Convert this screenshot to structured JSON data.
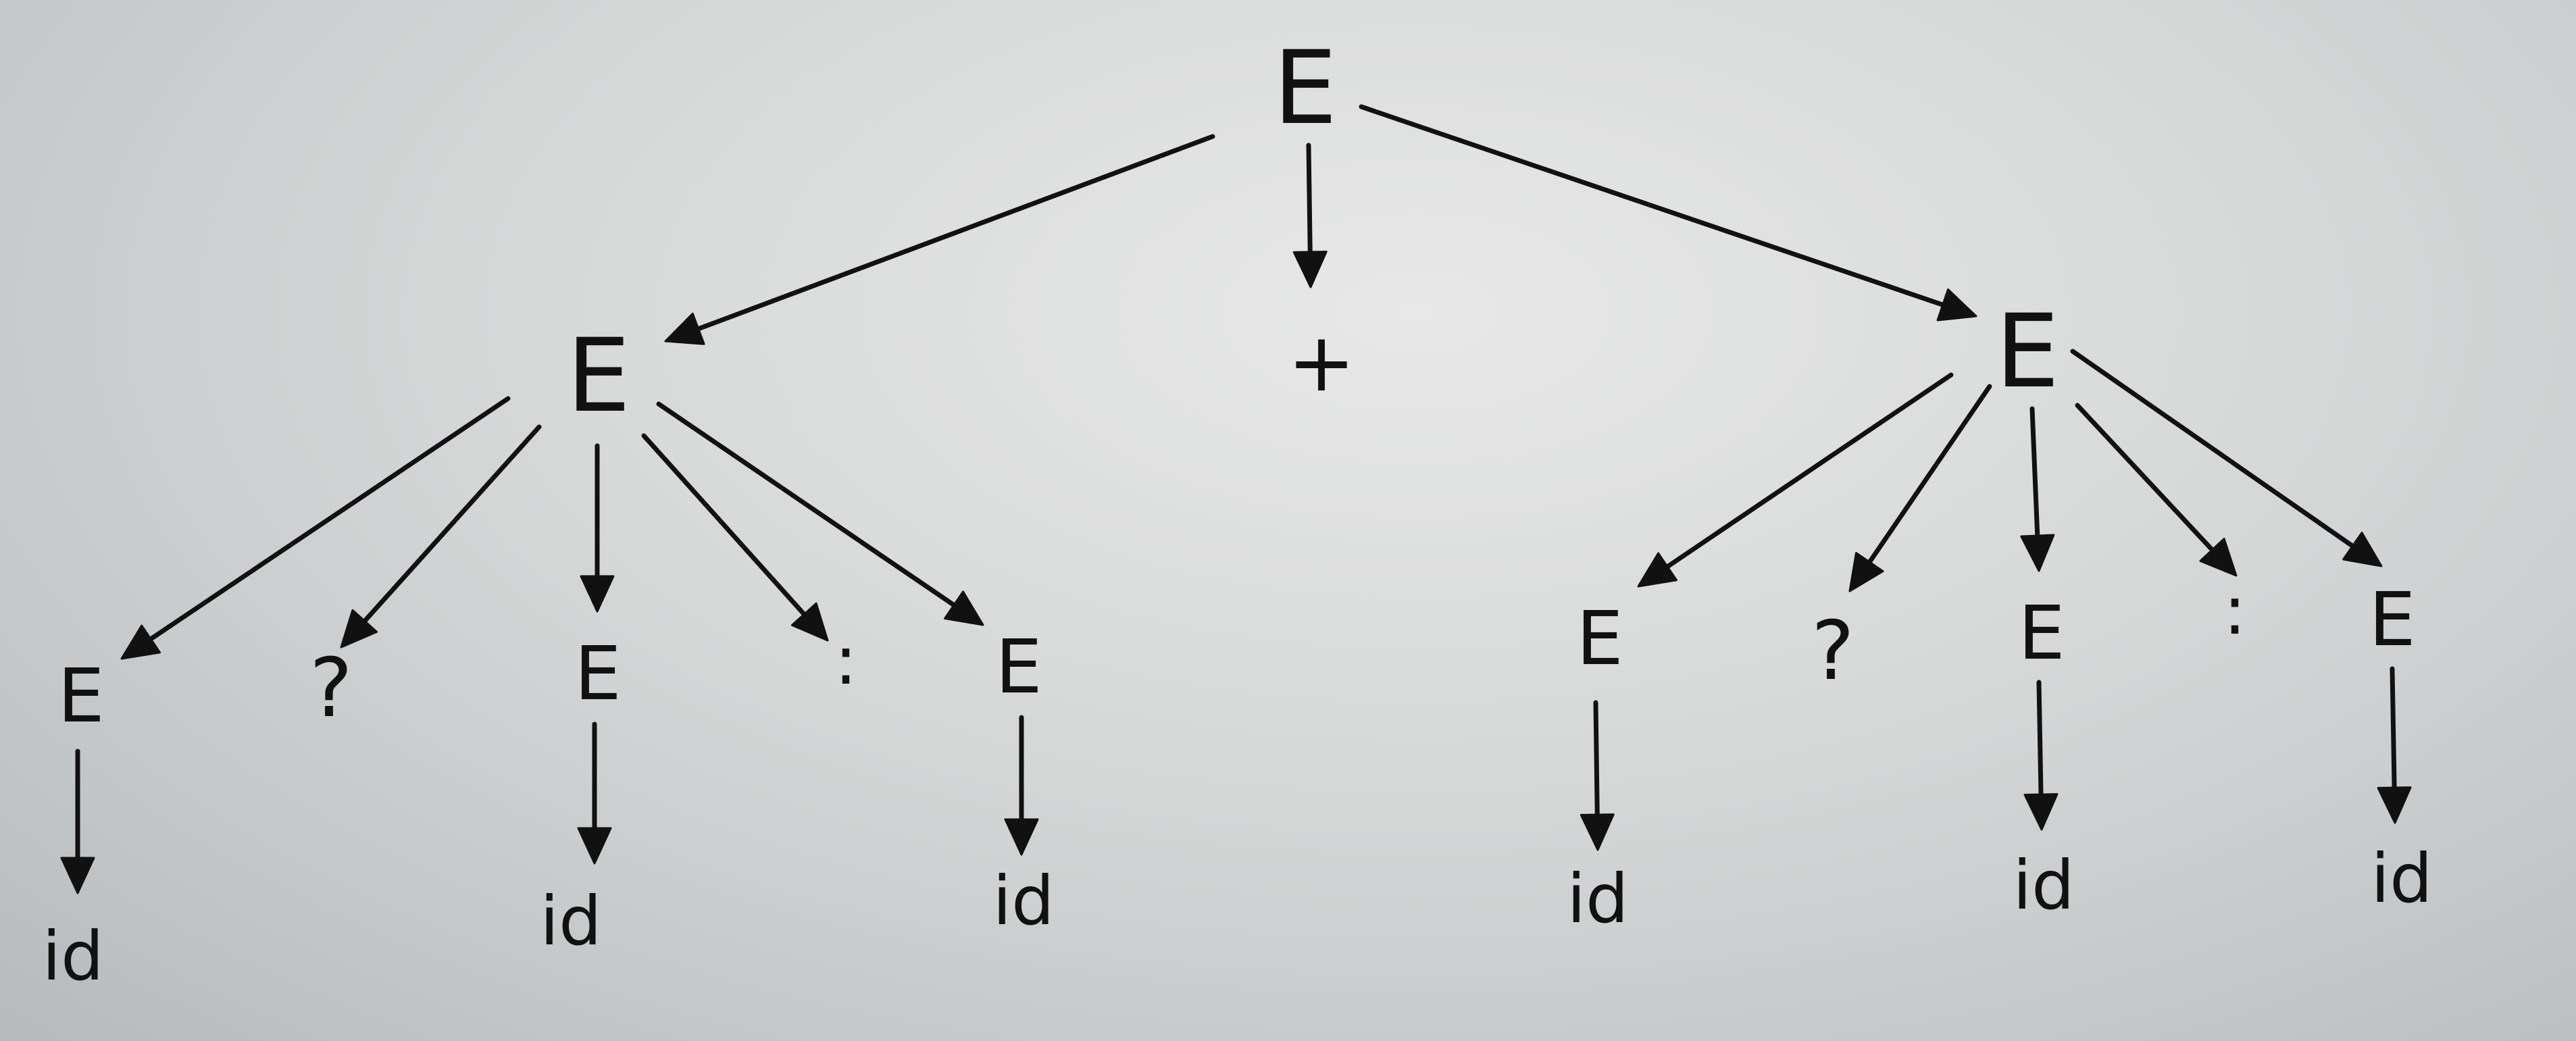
{
  "diagram": {
    "background": "#d6d8d8",
    "ink_color": "#111111",
    "root": {
      "label": "E",
      "children": [
        {
          "label": "E",
          "children": [
            {
              "label": "E",
              "children": [
                {
                  "label": "id"
                }
              ]
            },
            {
              "label": "?"
            },
            {
              "label": "E",
              "children": [
                {
                  "label": "id"
                }
              ]
            },
            {
              "label": ":"
            },
            {
              "label": "E",
              "children": [
                {
                  "label": "id"
                }
              ]
            }
          ]
        },
        {
          "label": "+"
        },
        {
          "label": "E",
          "children": [
            {
              "label": "E",
              "children": [
                {
                  "label": "id"
                }
              ]
            },
            {
              "label": "?"
            },
            {
              "label": "E",
              "children": [
                {
                  "label": "id"
                }
              ]
            },
            {
              "label": ":"
            },
            {
              "label": "E",
              "children": [
                {
                  "label": "id"
                }
              ]
            }
          ]
        }
      ]
    },
    "labels": {
      "root": "E",
      "left": "E",
      "plus": "+",
      "right": "E",
      "left_cond": "E",
      "left_q": "?",
      "left_then": "E",
      "left_colon": ":",
      "left_else": "E",
      "left_cond_id": "id",
      "left_then_id": "id",
      "left_else_id": "id",
      "right_cond": "E",
      "right_q": "?",
      "right_then": "E",
      "right_colon": ":",
      "right_else": "E",
      "right_cond_id": "id",
      "right_then_id": "id",
      "right_else_id": "id"
    }
  }
}
